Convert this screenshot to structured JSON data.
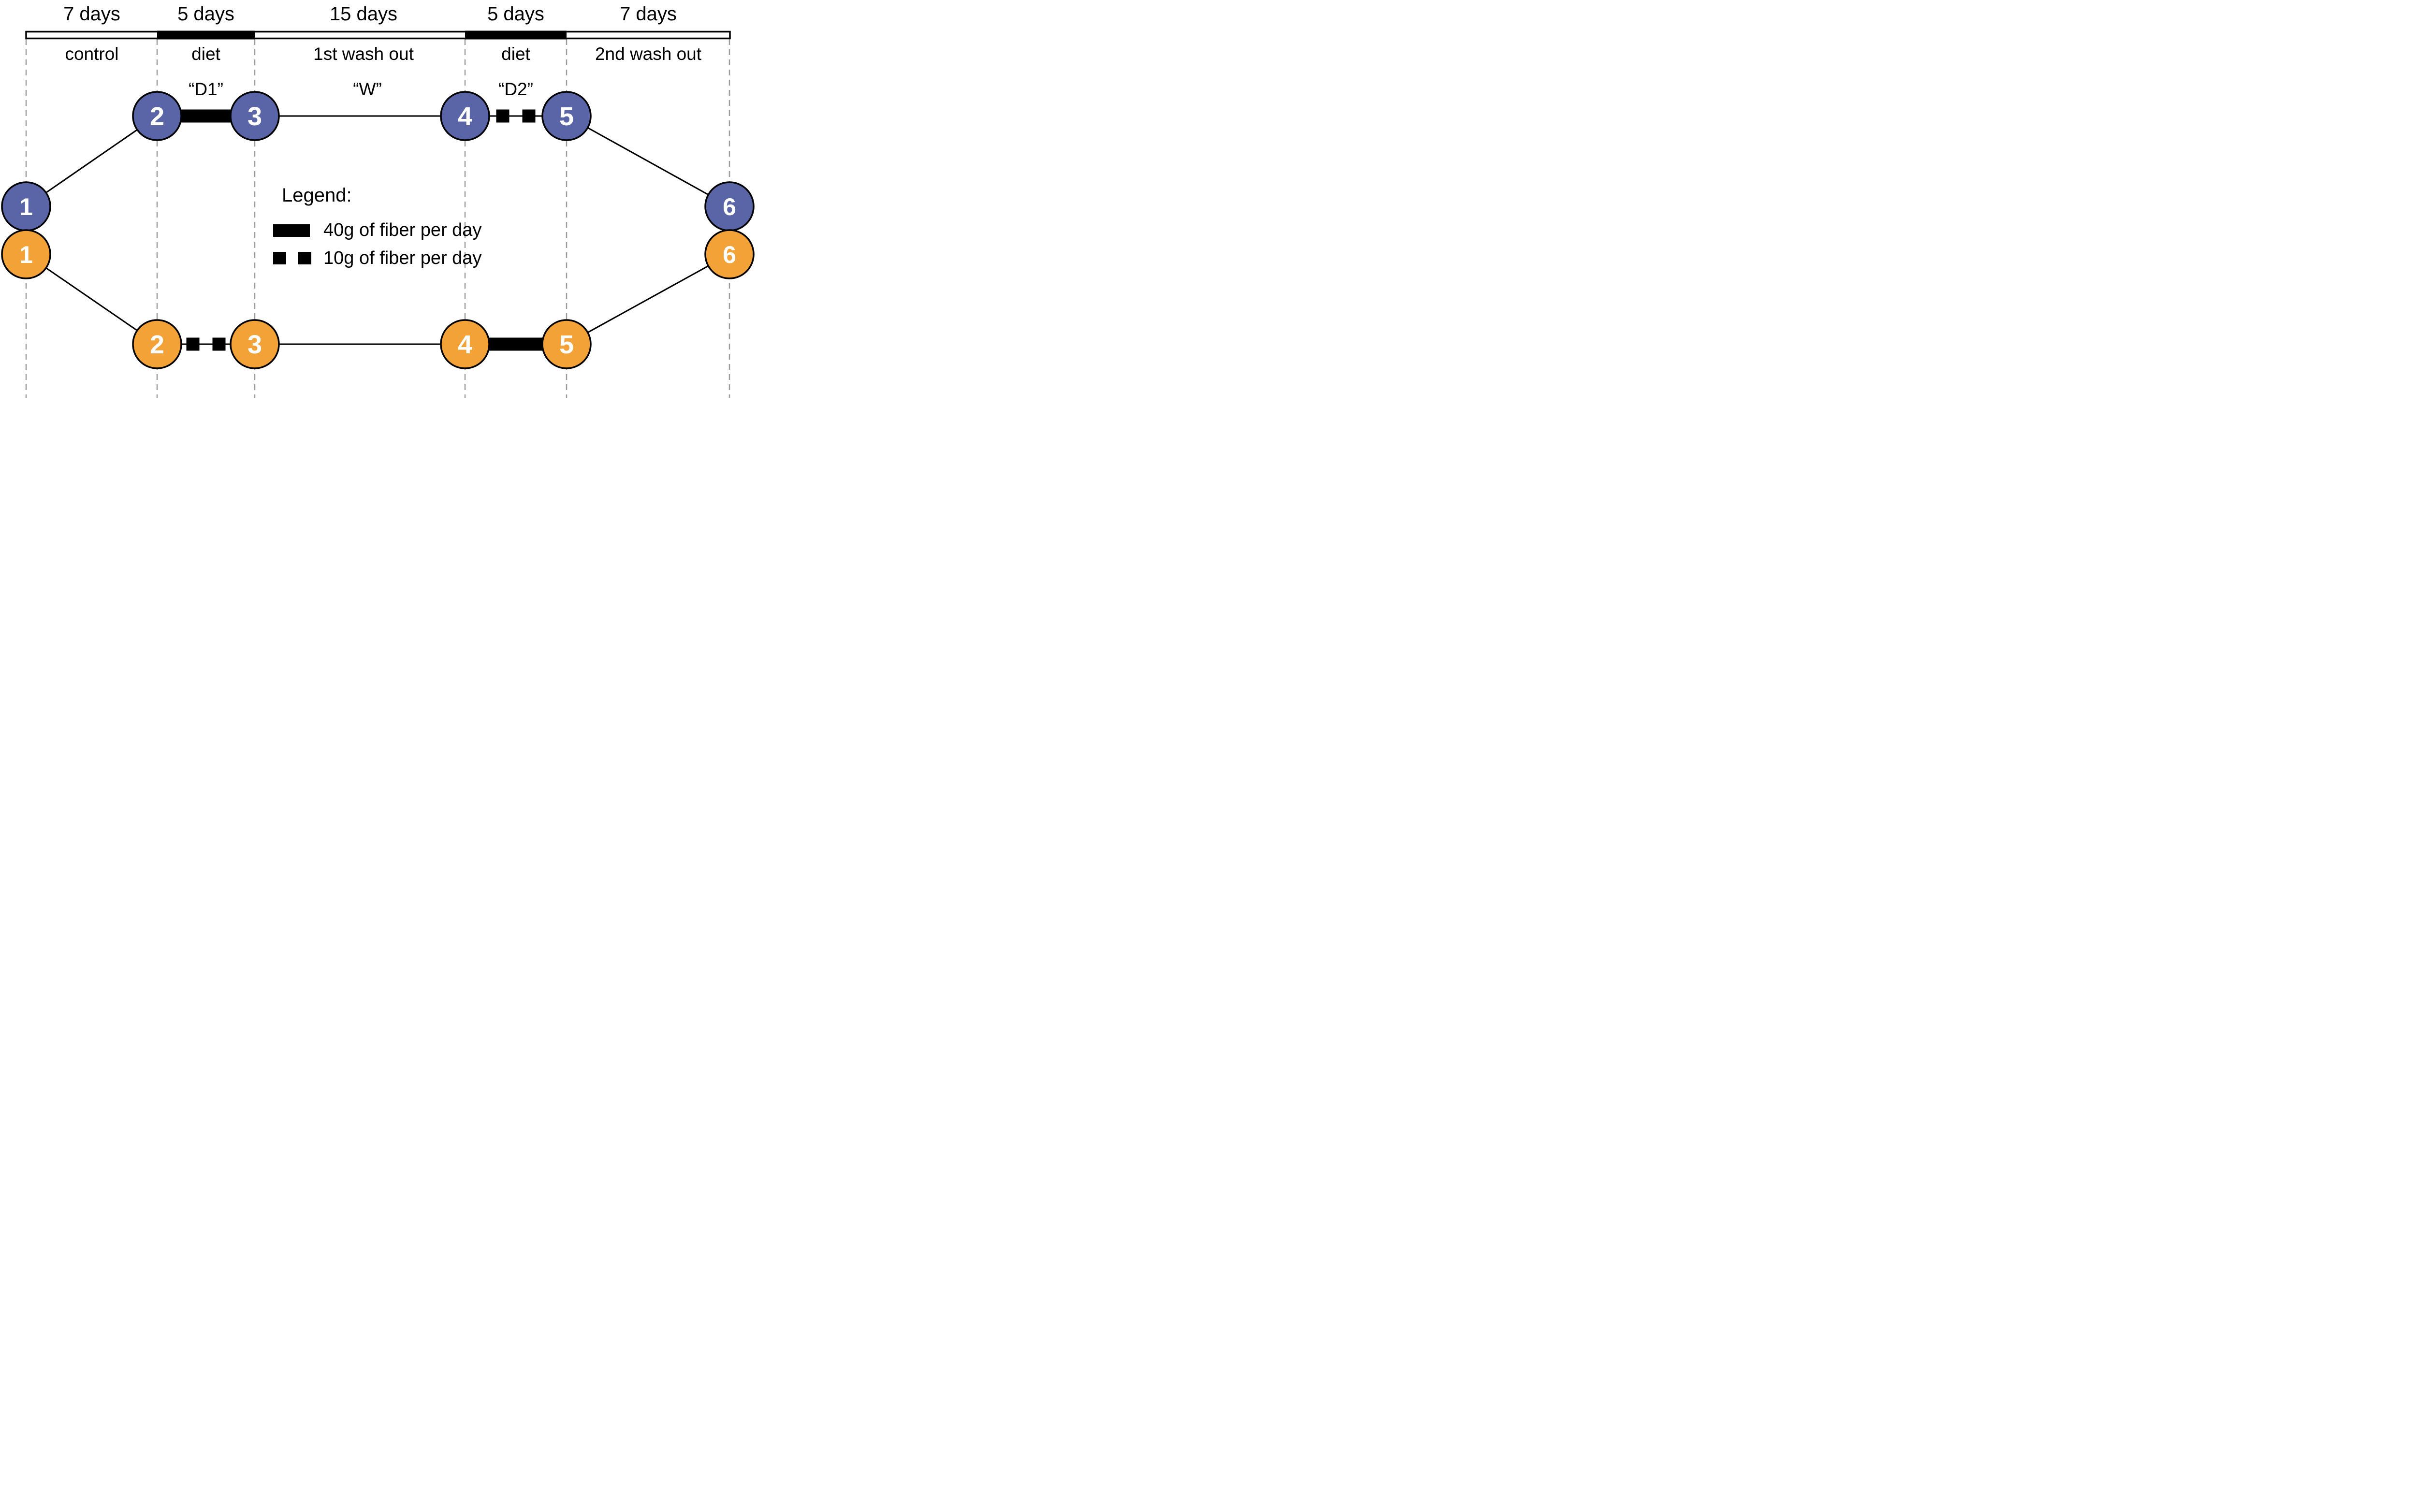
{
  "timeline": {
    "phases": [
      {
        "duration": "7 days",
        "label": "control",
        "code": ""
      },
      {
        "duration": "5 days",
        "label": "diet",
        "code": "“D1”"
      },
      {
        "duration": "15 days",
        "label": "1st wash out",
        "code": "“W”"
      },
      {
        "duration": "5 days",
        "label": "diet",
        "code": "“D2”"
      },
      {
        "duration": "7 days",
        "label": "2nd wash out",
        "code": ""
      }
    ]
  },
  "arms": [
    {
      "color_key": "blue",
      "timepoints": [
        "1",
        "2",
        "3",
        "4",
        "5",
        "6"
      ],
      "segments": [
        {
          "between": "2-3",
          "dose": "40g of fiber per day"
        },
        {
          "between": "4-5",
          "dose": "10g of fiber per day"
        }
      ]
    },
    {
      "color_key": "orange",
      "timepoints": [
        "1",
        "2",
        "3",
        "4",
        "5",
        "6"
      ],
      "segments": [
        {
          "between": "2-3",
          "dose": "10g of fiber per day"
        },
        {
          "between": "4-5",
          "dose": "40g of fiber per day"
        }
      ]
    }
  ],
  "legend": {
    "title": "Legend:",
    "items": [
      {
        "swatch": "solid-bar",
        "label": "40g of fiber per day"
      },
      {
        "swatch": "two-squares",
        "label": "10g of fiber per day"
      }
    ]
  },
  "colors": {
    "blue": "#5A65A7",
    "orange": "#F2A236",
    "black": "#000000",
    "dashed_line": "#9B9B9B",
    "background": "#FFFFFF",
    "number_text": "#FFFFFF"
  }
}
